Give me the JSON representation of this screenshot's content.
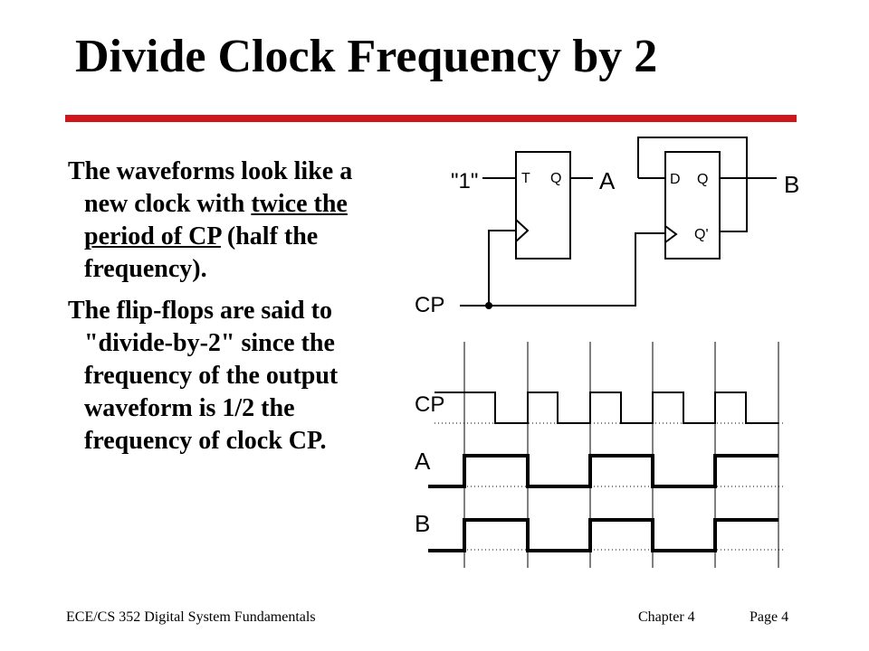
{
  "slide": {
    "title": "Divide Clock Frequency by 2",
    "accent_color": "#d0161b",
    "bullets": [
      {
        "before": "The waveforms look like a new clock with ",
        "underlined": "twice the period of CP",
        "after": " (half the frequency)."
      },
      {
        "text": "The flip-flops are said to \"divide-by-2\" since the frequency of the output waveform is 1/2 the frequency of clock CP."
      }
    ]
  },
  "diagram": {
    "one_label": "\"1\"",
    "t_label": "T",
    "q_label_a": "Q",
    "a_label": "A",
    "d_label": "D",
    "q_label_b": "Q",
    "qbar_label": "Q'",
    "b_label": "B",
    "cp_label": "CP"
  },
  "waveforms": {
    "cp_label": "CP",
    "a_label": "A",
    "b_label": "B",
    "cp_levels": [
      1,
      0,
      1,
      0,
      1,
      0,
      1,
      0,
      1,
      0
    ],
    "a_levels": [
      0,
      1,
      1,
      0,
      0,
      1,
      1,
      0,
      0,
      1,
      1
    ],
    "b_levels": [
      0,
      1,
      1,
      0,
      0,
      1,
      1,
      0,
      0,
      1,
      1
    ]
  },
  "footer": {
    "course": "ECE/CS 352  Digital System Fundamentals",
    "chapter": "Chapter 4",
    "page": "Page 4"
  }
}
